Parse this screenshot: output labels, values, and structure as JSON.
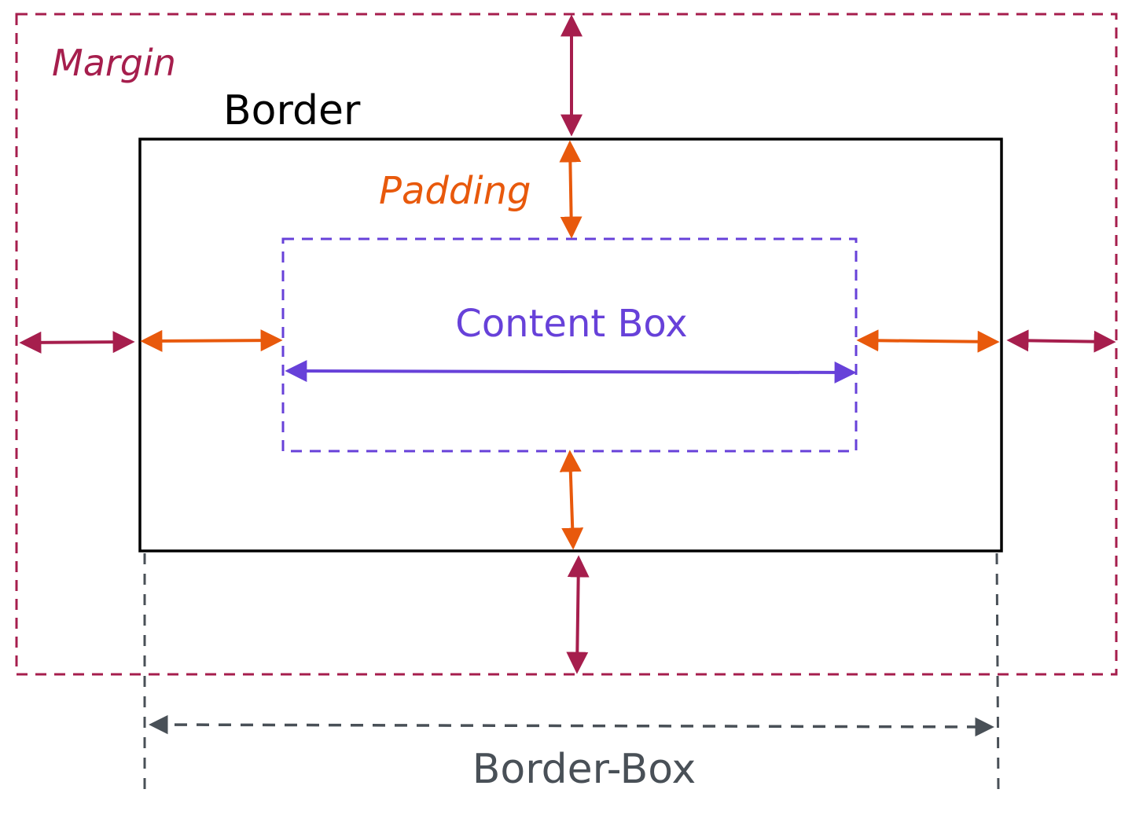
{
  "labels": {
    "margin": "Margin",
    "border": "Border",
    "padding": "Padding",
    "content": "Content Box",
    "border_box": "Border-Box"
  },
  "colors": {
    "margin": "#a61e4d",
    "border": "#000000",
    "padding": "#e8590c",
    "content": "#6741d9",
    "border_box": "#495057",
    "background": "#ffffff"
  }
}
